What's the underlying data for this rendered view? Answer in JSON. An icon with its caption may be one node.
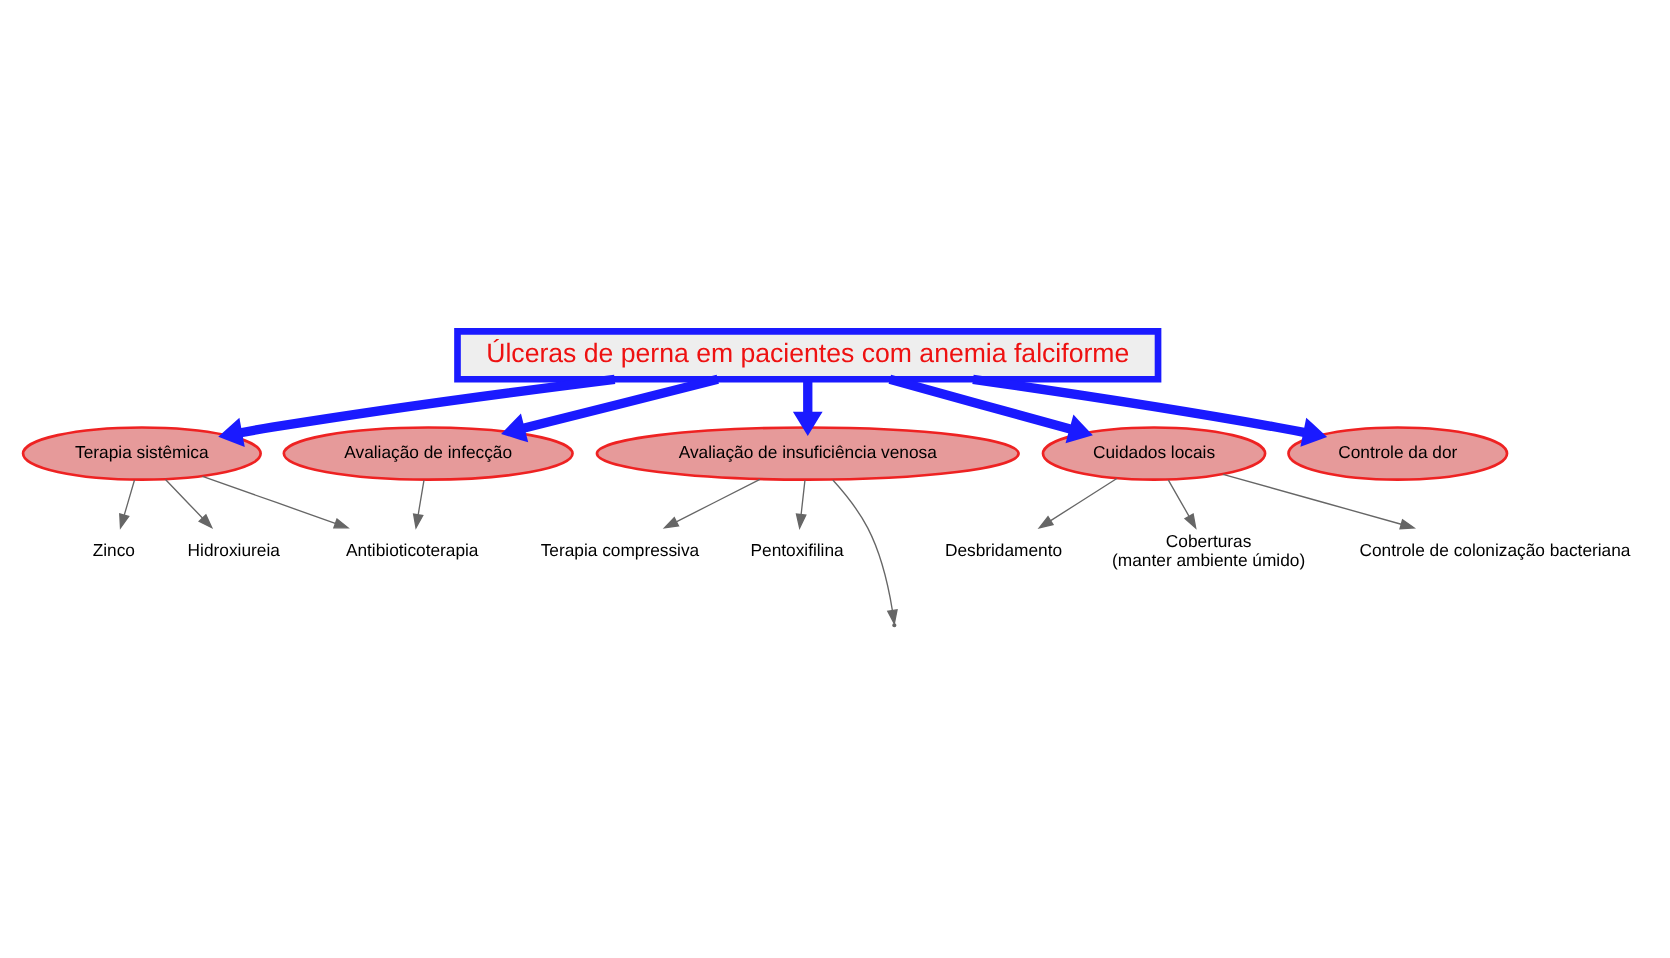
{
  "diagram": {
    "nodes": [
      {
        "text": [
          "Úlceras de perna em pacientes com anemia falciforme"
        ]
      },
      {
        "text": [
          "Terapia sistêmica"
        ]
      },
      {
        "text": [
          "Avaliação de infecção"
        ]
      },
      {
        "text": [
          "Avaliação de insuficiência venosa"
        ]
      },
      {
        "text": [
          "Cuidados locais"
        ]
      },
      {
        "text": [
          "Controle da dor"
        ]
      },
      {
        "text": [
          "Zinco"
        ]
      },
      {
        "text": [
          "Hidroxiureia"
        ]
      },
      {
        "text": [
          "Antibioticoterapia"
        ]
      },
      {
        "text": [
          "Terapia compressiva"
        ]
      },
      {
        "text": [
          "Pentoxifilina"
        ]
      },
      {
        "text": [
          "Desbridamento"
        ]
      },
      {
        "text": [
          "Coberturas",
          "(manter ambiente úmido)"
        ]
      },
      {
        "text": [
          "Controle de colonização bacteriana"
        ]
      }
    ],
    "edges": [
      {
        "from": 0,
        "to": 1,
        "arrow": "to",
        "style": "thick",
        "color": "#1a1aff"
      },
      {
        "from": 0,
        "to": 2,
        "arrow": "to",
        "style": "thick",
        "color": "#1a1aff"
      },
      {
        "from": 0,
        "to": 3,
        "arrow": "to",
        "style": "thick",
        "color": "#1a1aff"
      },
      {
        "from": 0,
        "to": 4,
        "arrow": "to",
        "style": "thick",
        "color": "#1a1aff"
      },
      {
        "from": 0,
        "to": 5,
        "arrow": "to",
        "style": "thick",
        "color": "#1a1aff"
      },
      {
        "from": 1,
        "to": 6,
        "arrow": "to"
      },
      {
        "from": 1,
        "to": 7,
        "arrow": "to"
      },
      {
        "from": 1,
        "to": 8,
        "arrow": "to"
      },
      {
        "from": 2,
        "to": 8,
        "arrow": "to"
      },
      {
        "from": 3,
        "to": 9,
        "arrow": "to"
      },
      {
        "from": 3,
        "to": null,
        "arrow": "to"
      },
      {
        "from": 3,
        "to": 10,
        "arrow": "to"
      },
      {
        "from": 4,
        "to": 13,
        "arrow": "to"
      },
      {
        "from": 4,
        "to": 12,
        "arrow": "to"
      },
      {
        "from": 4,
        "to": 11,
        "arrow": "to"
      }
    ]
  }
}
